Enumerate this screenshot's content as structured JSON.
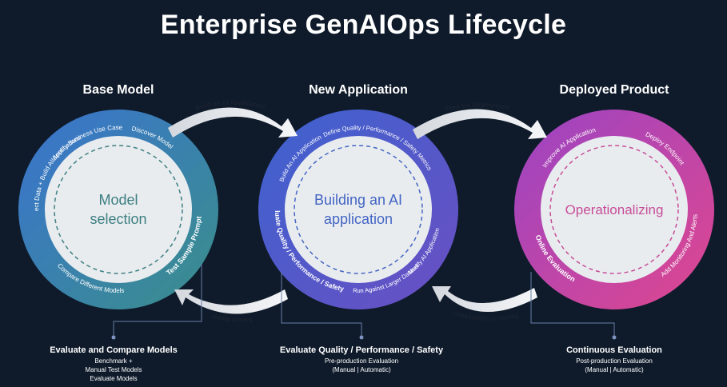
{
  "title": "Enterprise GenAIOps Lifecycle",
  "stages": [
    {
      "name": "Base Model",
      "inner": [
        "Model",
        "selection"
      ],
      "ring_steps": [
        "Identify Business Use Case",
        "Discover Model",
        "Connect Data + Build AI Applications",
        "Compare Different Models"
      ],
      "vertical_label": "Test Sample Prompt",
      "colors": {
        "start": "#3a73d0",
        "end": "#3a8f8a",
        "inner": "#3d7f82"
      }
    },
    {
      "name": "New Application",
      "inner": [
        "Building an AI",
        "application"
      ],
      "ring_steps": [
        "Build An AI Application",
        "Define Quality / Performance / Safety Metrics",
        "Modify AI Application",
        "Run Against Larger Dataset"
      ],
      "vertical_label": "Evaluate Quality / Performance / Safety",
      "colors": {
        "start": "#3c63cf",
        "end": "#6b4fc3",
        "inner": "#4466c4"
      }
    },
    {
      "name": "Deployed Product",
      "inner": [
        "Operationalizing"
      ],
      "ring_steps": [
        "Improve AI Application",
        "Deploy Endpoint",
        "Add Monitoring And Alerts"
      ],
      "vertical_label": "Online Evaluation",
      "colors": {
        "start": "#9a44c4",
        "end": "#e0478e",
        "inner": "#c64d98"
      }
    }
  ],
  "connectors": {
    "build_ai_application": "Build an AI Application",
    "switch_model": "Switch Model",
    "prep_for_deployment": "Prep for Deployment",
    "revisit_ai_application": "Revisit AI Application"
  },
  "evaluations": [
    {
      "title": "Evaluate and Compare Models",
      "lines": [
        "Benchmark +",
        "Manual Test Models",
        "Evaluate Models"
      ]
    },
    {
      "title": "Evaluate Quality / Performance / Safety",
      "lines": [
        "Pre-production Evaluation",
        "(Manual | Automatic)"
      ]
    },
    {
      "title": "Continuous Evaluation",
      "lines": [
        "Post-production Evaluation",
        "(Manual | Automatic)"
      ]
    }
  ]
}
